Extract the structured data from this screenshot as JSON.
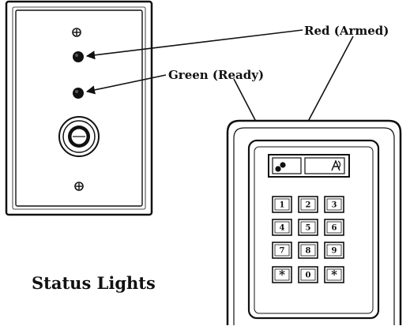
{
  "labels": {
    "red": "Red (Armed)",
    "green": "Green (Ready)",
    "title": "Status Lights"
  },
  "keypad": {
    "keys": [
      [
        "1",
        "2",
        "3"
      ],
      [
        "4",
        "5",
        "6"
      ],
      [
        "7",
        "8",
        "9"
      ],
      [
        "*",
        "0",
        "*"
      ]
    ]
  },
  "colors": {
    "ink": "#111111",
    "background": "#ffffff"
  }
}
